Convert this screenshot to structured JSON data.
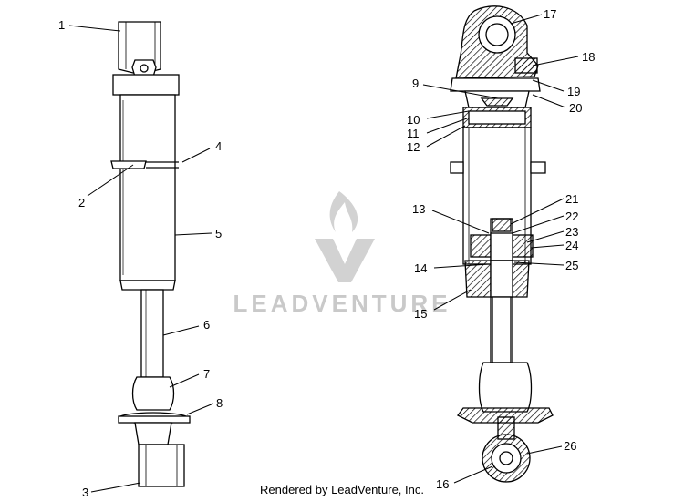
{
  "callouts": {
    "c1": "1",
    "c2": "2",
    "c3": "3",
    "c4": "4",
    "c5": "5",
    "c6": "6",
    "c7": "7",
    "c8": "8",
    "c9": "9",
    "c10": "10",
    "c11": "11",
    "c12": "12",
    "c13": "13",
    "c14": "14",
    "c15": "15",
    "c16": "16",
    "c17": "17",
    "c18": "18",
    "c19": "19",
    "c20": "20",
    "c21": "21",
    "c22": "22",
    "c23": "23",
    "c24": "24",
    "c25": "25",
    "c26": "26"
  },
  "watermark": {
    "text": "LEADVENTURE",
    "icon": "leadventure-flame-logo"
  },
  "footer": {
    "text": "Rendered by LeadVenture, Inc."
  }
}
